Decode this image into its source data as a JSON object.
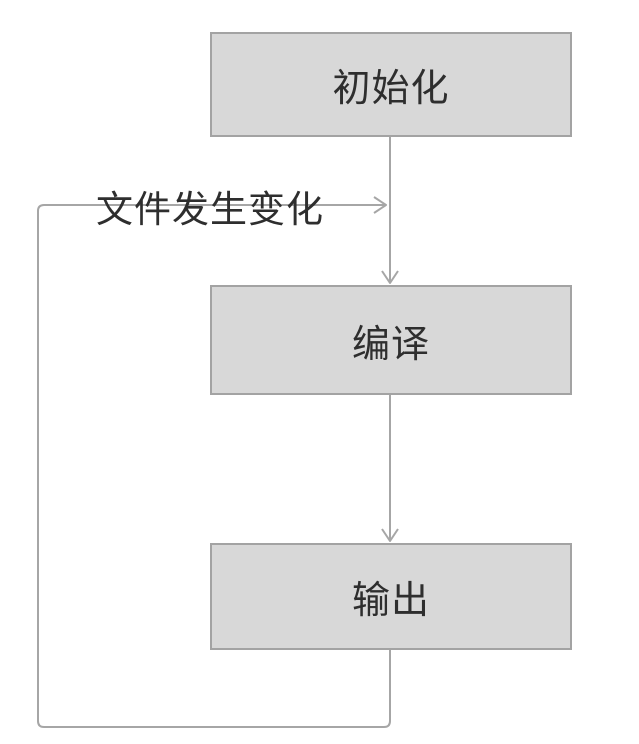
{
  "diagram": {
    "type": "flowchart",
    "nodes": [
      {
        "id": "init",
        "label": "初始化"
      },
      {
        "id": "compile",
        "label": "编译"
      },
      {
        "id": "output",
        "label": "输出"
      }
    ],
    "edges": [
      {
        "from": "init",
        "to": "compile",
        "label": ""
      },
      {
        "from": "compile",
        "to": "output",
        "label": ""
      },
      {
        "from": "output",
        "to": "compile",
        "label": "文件发生变化"
      }
    ],
    "colors": {
      "node_fill": "#d8d8d8",
      "node_border": "#a3a3a3",
      "line": "#a6a6a6",
      "text": "#2e2e2e",
      "background": "#ffffff"
    }
  }
}
